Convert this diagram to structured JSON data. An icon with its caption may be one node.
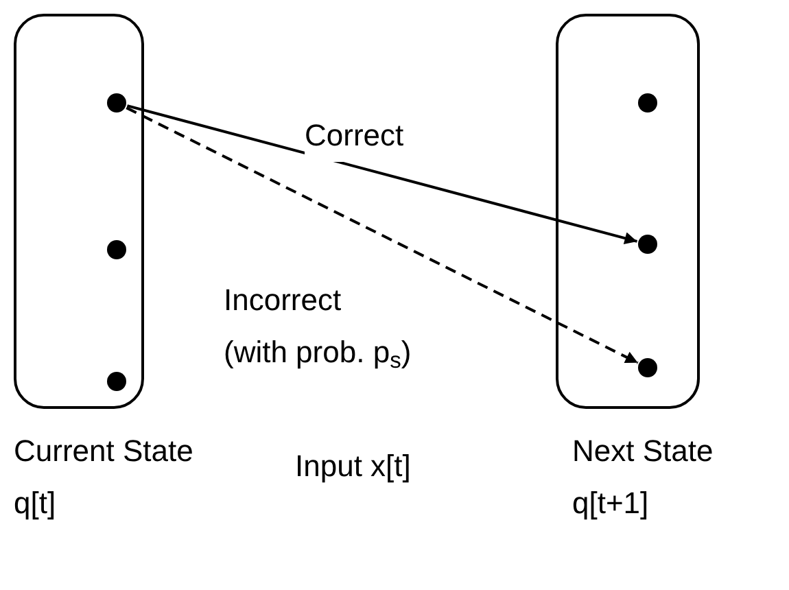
{
  "diagram": {
    "nodes": [
      {
        "text": [
          "Current State q[t]"
        ]
      },
      {
        "text": [
          "Next State q[t+1]"
        ]
      },
      {
        "text": [],
        "shape": "circle",
        "in": 0
      },
      {
        "text": [],
        "shape": "circle",
        "in": 0
      },
      {
        "text": [],
        "shape": "circle",
        "in": 0
      },
      {
        "text": [],
        "shape": "circle",
        "in": 1
      },
      {
        "text": [],
        "shape": "circle",
        "in": 1
      },
      {
        "text": [],
        "shape": "circle",
        "in": 1
      }
    ],
    "edges": [
      {
        "from": 2,
        "to": 6,
        "arrow": "to",
        "label": "Correct"
      },
      {
        "from": 2,
        "to": 7,
        "arrow": "to",
        "label": "Incorrect (with prob. p$_{s}$)",
        "style": "dashed"
      }
    ],
    "labels": [
      "Input x[t]"
    ]
  }
}
